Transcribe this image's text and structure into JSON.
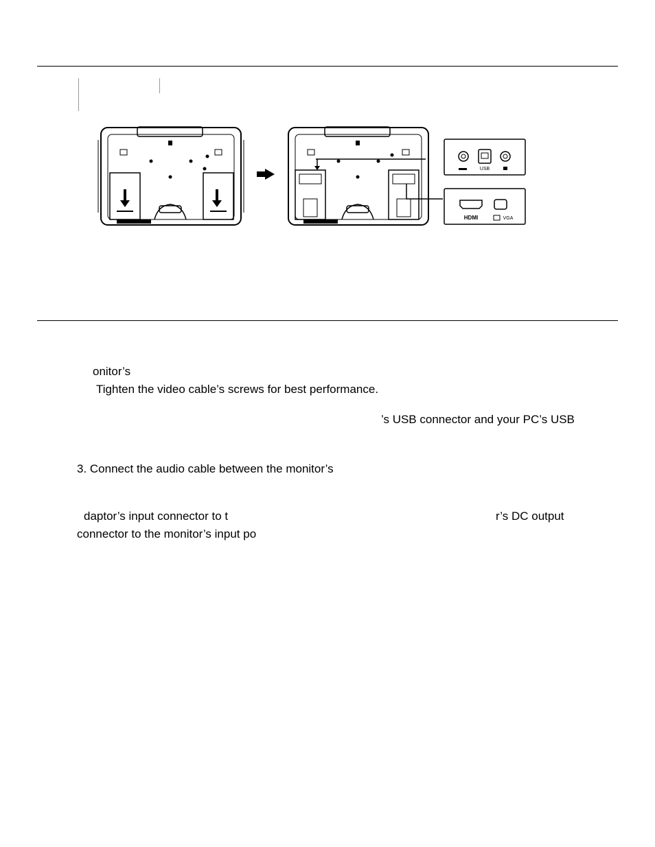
{
  "figure": {
    "port_labels": {
      "usb_port_mark": "USB",
      "hdmi": "HDMI",
      "vga": "VGA"
    }
  },
  "steps": {
    "l1": "onitor’s",
    "l2": "Tighten the video cable’s screws for best performance.",
    "l3": "’s USB connector and your PC’s USB",
    "l4": "3. Connect the audio cable between the monitor’s",
    "l5a": "daptor’s input connector to t",
    "l5b": "r’s DC output",
    "l6": "connector to the monitor’s input po"
  }
}
